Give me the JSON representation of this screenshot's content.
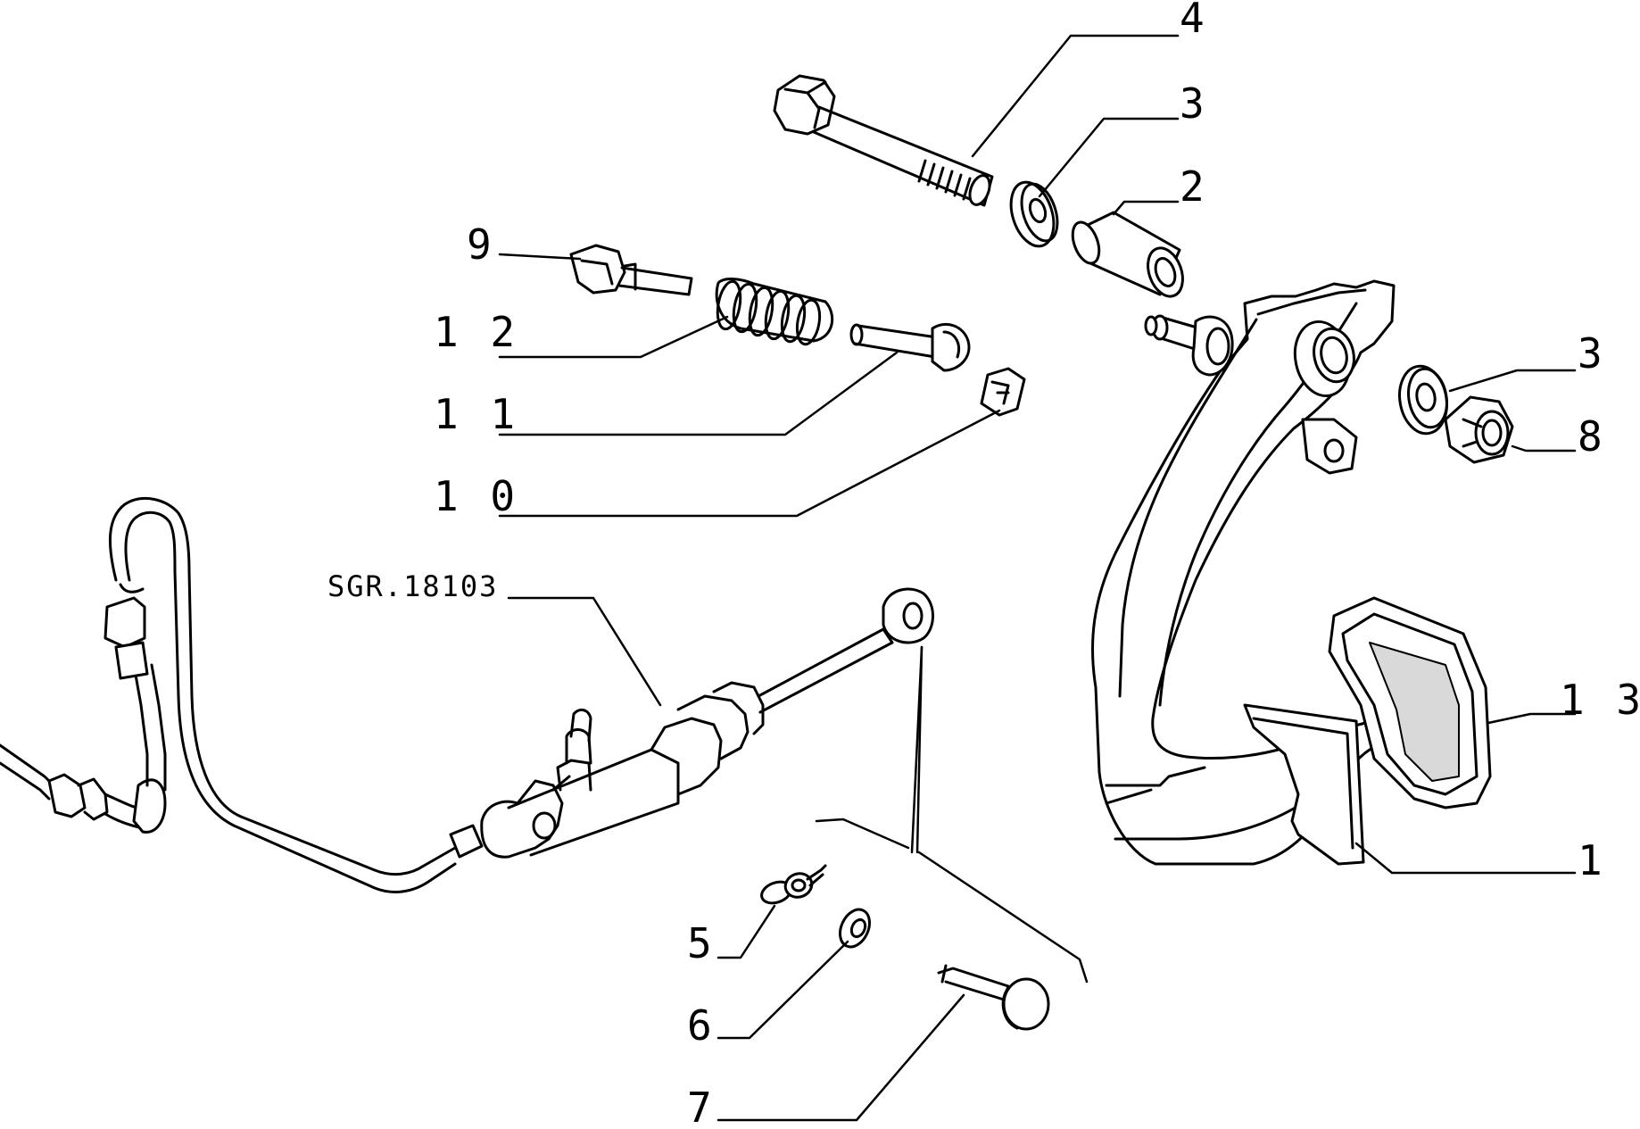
{
  "drawing": {
    "ink_color": "#000000",
    "paper_color": "#ffffff",
    "reference_code": "SGR.18103"
  },
  "callouts": [
    {
      "id": "4",
      "label": "4"
    },
    {
      "id": "3a",
      "label": "3"
    },
    {
      "id": "2",
      "label": "2"
    },
    {
      "id": "9",
      "label": "9"
    },
    {
      "id": "12",
      "label": "1 2"
    },
    {
      "id": "11",
      "label": "1 1"
    },
    {
      "id": "10",
      "label": "1 0"
    },
    {
      "id": "3b",
      "label": "3"
    },
    {
      "id": "8",
      "label": "8"
    },
    {
      "id": "13",
      "label": "1 3"
    },
    {
      "id": "1",
      "label": "1"
    },
    {
      "id": "5",
      "label": "5"
    },
    {
      "id": "6",
      "label": "6"
    },
    {
      "id": "7",
      "label": "7"
    }
  ]
}
